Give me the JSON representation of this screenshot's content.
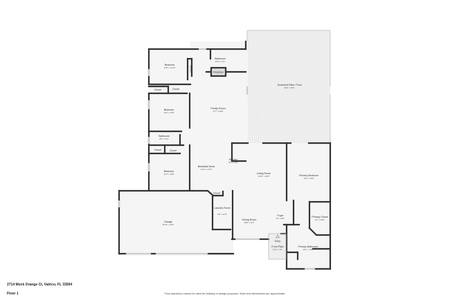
{
  "property": {
    "address": "2714 Mock Orange Ct, Valrico, FL 33594",
    "floor": "Floor 1",
    "disclaimer": "Floor plans/tour cannot be used for building or design purposes. Sizes and dimensions are approximate."
  },
  "colors": {
    "wall": "#333333",
    "floor_fill": "#f5f5f5",
    "patio_fill": "#eeeeee",
    "window": "#cccccc",
    "background": "#ffffff"
  },
  "rooms": [
    {
      "id": "bedroom-1",
      "label": "Bedroom",
      "dims": "14'8\" x 11'10\""
    },
    {
      "id": "bathroom-1",
      "label": "Bathroom",
      "dims": "10'11\" x 6'1\""
    },
    {
      "id": "fireplace",
      "label": "Fireplace",
      "dims": ""
    },
    {
      "id": "closet-1",
      "label": "Closet",
      "dims": ""
    },
    {
      "id": "closet-2",
      "label": "Closet",
      "dims": ""
    },
    {
      "id": "closet-3",
      "label": "Closet",
      "dims": ""
    },
    {
      "id": "bedroom-2",
      "label": "Bedroom",
      "dims": "12'3\" x 10'8\""
    },
    {
      "id": "family-room",
      "label": "Family Room",
      "dims": "17'7\" x 20'8\""
    },
    {
      "id": "screened-patio",
      "label": "Screened Patio / Pool",
      "dims": "30'0\" x 34'9\""
    },
    {
      "id": "bathroom-2",
      "label": "Bathroom",
      "dims": "8'8\" x 4'11\""
    },
    {
      "id": "closet-4",
      "label": "Closet",
      "dims": ""
    },
    {
      "id": "closet-5",
      "label": "Closet",
      "dims": ""
    },
    {
      "id": "bedroom-3",
      "label": "Bedroom",
      "dims": "12'3\" x 10'8\""
    },
    {
      "id": "breakfast-nook",
      "label": "Breakfast Nook",
      "dims": "12'11\" x 10'0\""
    },
    {
      "id": "kitchen",
      "label": "Kitchen",
      "dims": "8'3\" x 10'9\""
    },
    {
      "id": "living-room",
      "label": "Living Room",
      "dims": "16'11\" x 18'9\""
    },
    {
      "id": "primary-bedroom",
      "label": "Primary Bedroom",
      "dims": "13'2\" x 24'9\""
    },
    {
      "id": "closet-6",
      "label": "Closet",
      "dims": ""
    },
    {
      "id": "garage",
      "label": "Garage",
      "dims": "26'10\" x 19'2\""
    },
    {
      "id": "laundry-room",
      "label": "Laundry Room",
      "dims": "5'8\" x 11'8\""
    },
    {
      "id": "dining-room",
      "label": "Dining Room",
      "dims": "18'8\" x 11'3\""
    },
    {
      "id": "foyer",
      "label": "Foyer",
      "dims": "8'1\" x 8'2\""
    },
    {
      "id": "primary-closet",
      "label": "Primary Closet",
      "dims": "8'1\" x 10'8\""
    },
    {
      "id": "entry",
      "label": "Entry",
      "dims": ""
    },
    {
      "id": "front-patio",
      "label": "Front Patio",
      "dims": "5'11\" x 7'8\""
    },
    {
      "id": "primary-bathroom",
      "label": "Primary Bathroom",
      "dims": "12'1\" x 13'8\""
    }
  ]
}
